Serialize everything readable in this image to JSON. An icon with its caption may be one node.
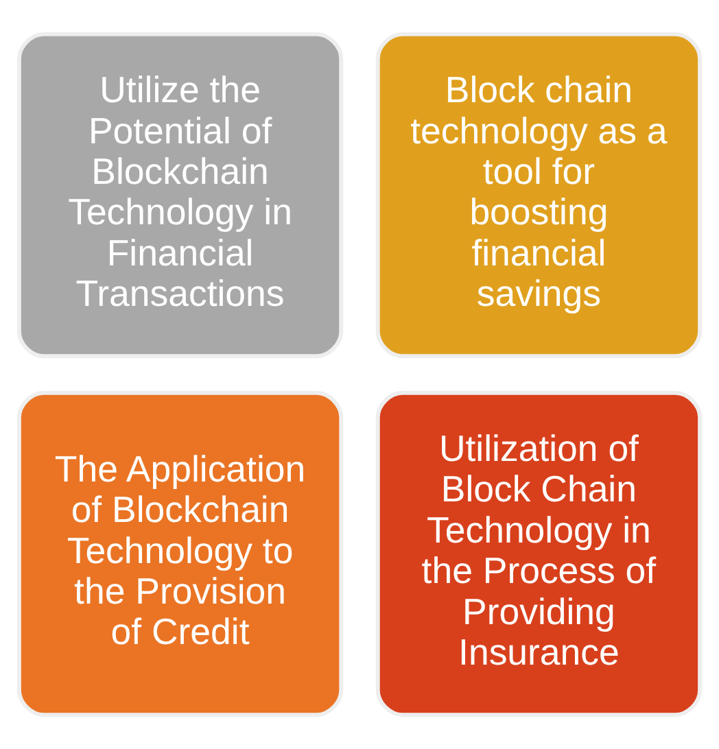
{
  "diagram": {
    "nodes": [
      {
        "text": [
          "Utilize the Potential of Blockchain Technology in Financial Transactions"
        ]
      },
      {
        "text": [
          "Block chain technology as a tool for boosting financial savings"
        ]
      },
      {
        "text": [
          "The Application of Blockchain Technology to the Provision of Credit"
        ]
      },
      {
        "text": [
          "Utilization of Block Chain Technology in the Process of Providing Insurance"
        ]
      }
    ]
  }
}
